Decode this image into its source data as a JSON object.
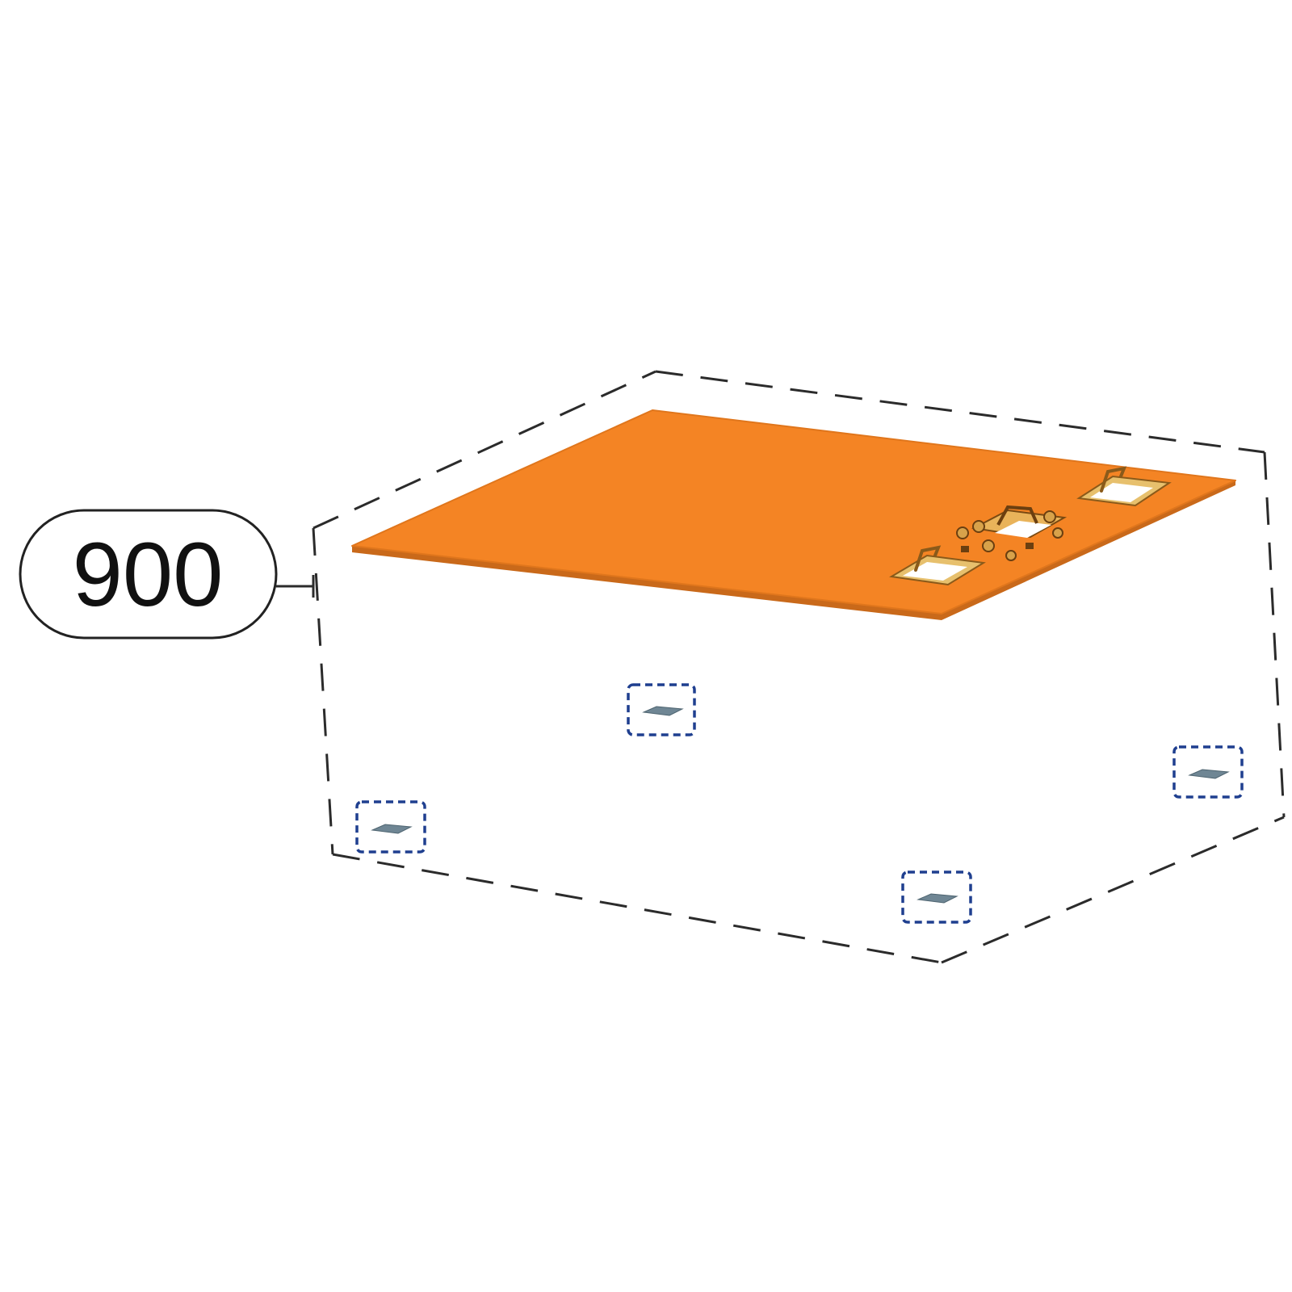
{
  "callout": {
    "label": "900"
  },
  "colors": {
    "board": "#f48424",
    "board_edge": "#c9691a",
    "bounding_box": "#2b2b2b",
    "sensor_frame": "#1f3f8f",
    "sensor_chip": "#6f8694",
    "pad": "#d8a24a"
  },
  "icons": {
    "board": "orange-circuit-board",
    "sensor": "sensor-chip-icon"
  },
  "sensor_count": 4
}
